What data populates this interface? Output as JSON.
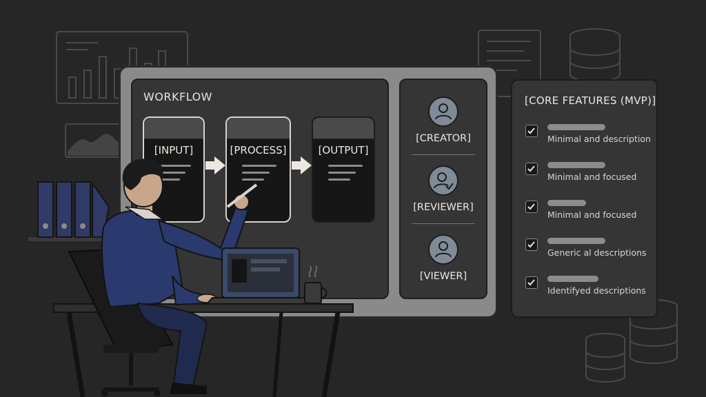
{
  "workflow": {
    "title": "WORKFLOW",
    "steps": [
      {
        "label": "[INPUT]"
      },
      {
        "label": "[PROCESS]"
      },
      {
        "label": "[OUTPUT]"
      }
    ]
  },
  "roles": [
    {
      "label": "[CREATOR]",
      "icon": "user-icon"
    },
    {
      "label": "[REVIEWER]",
      "icon": "user-check-icon"
    },
    {
      "label": "[VIEWER]",
      "icon": "user-icon"
    }
  ],
  "features": {
    "title": "[CORE FEATURES (MVP)]",
    "items": [
      {
        "text": "Minimal and description",
        "checked": true
      },
      {
        "text": "Minimal and focused",
        "checked": true
      },
      {
        "text": "Minimal and focused",
        "checked": true
      },
      {
        "text": "Generic al descriptions",
        "checked": true
      },
      {
        "text": "Identifyed descriptions",
        "checked": true
      }
    ]
  },
  "colors": {
    "background": "#262626",
    "panel": "#353535",
    "board": "#8a8a8a",
    "text": "#ece8e0",
    "avatar": "#7f8b96",
    "suit": "#2a3a6e"
  }
}
